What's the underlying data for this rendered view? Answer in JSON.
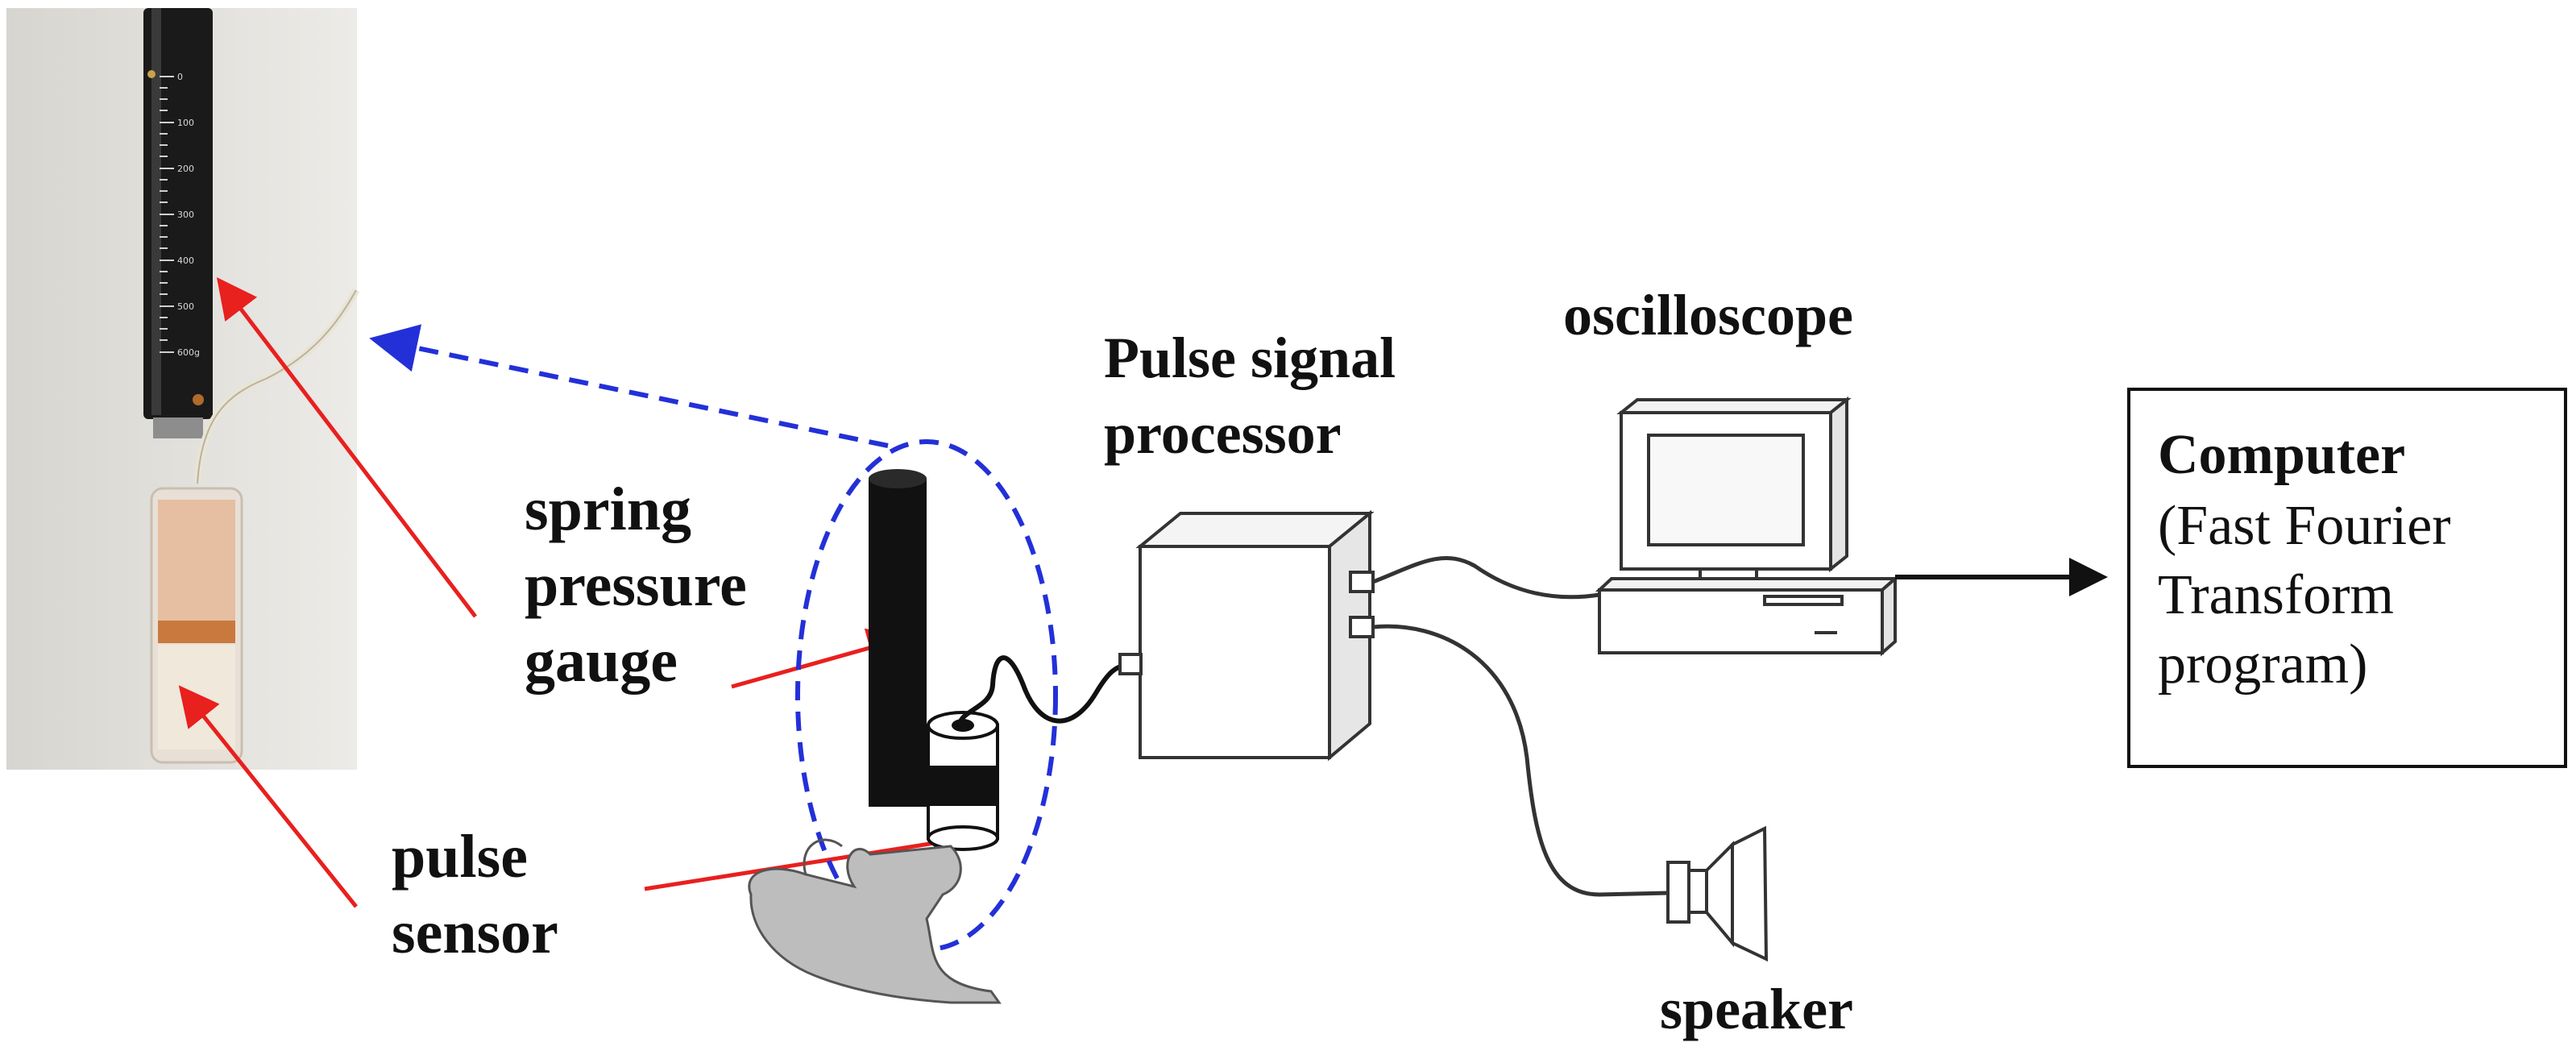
{
  "labels": {
    "spring_pressure_gauge": [
      "spring",
      "pressure",
      "gauge"
    ],
    "pulse_sensor": [
      "pulse",
      "sensor"
    ],
    "pulse_signal_processor": [
      "Pulse signal",
      "processor"
    ],
    "oscilloscope": "oscilloscope",
    "speaker": "speaker"
  },
  "computer": {
    "title": "Computer",
    "lines": [
      "(Fast Fourier",
      "Transform",
      "program)"
    ]
  },
  "gauge_scale_ticks": [
    "0",
    "100",
    "200",
    "300",
    "400",
    "500",
    "600g"
  ],
  "colors": {
    "pointer_arrow": "#e8201e",
    "dashed_outline": "#2330d8",
    "device": "#111111",
    "outline": "#333333",
    "hand": "#bdbdbd",
    "photo_background": "#e6e4e0"
  }
}
